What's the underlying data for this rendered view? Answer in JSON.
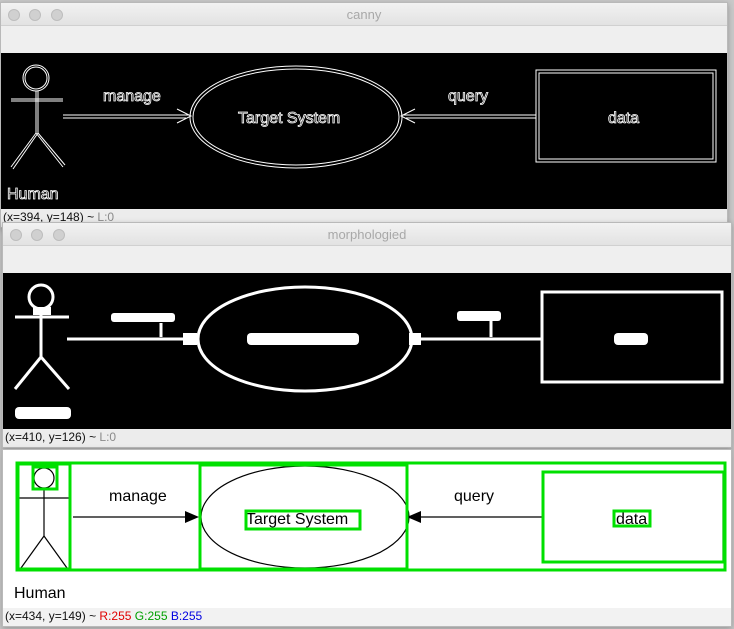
{
  "windows": {
    "canny": {
      "title": "canny",
      "status_coords": "(x=394, y=148)",
      "status_tail": "L:0",
      "labels": {
        "manage": "manage",
        "query": "query",
        "target": "Target System",
        "data": "data",
        "actor": "Human"
      }
    },
    "morph": {
      "title": "morphologied",
      "status_coords": "(x=410, y=126)",
      "status_tail": "L:0"
    },
    "original": {
      "status_coords": "(x=434, y=149)",
      "status_r": "R:255",
      "status_g": "G:255",
      "status_b": "B:255",
      "labels": {
        "manage": "manage",
        "query": "query",
        "target": "Target System",
        "data": "data",
        "actor": "Human"
      }
    }
  },
  "separator": "~",
  "colors": {
    "contour": "#00e000",
    "status_r": "#e00000",
    "status_g": "#00a000",
    "status_b": "#0000e0"
  }
}
